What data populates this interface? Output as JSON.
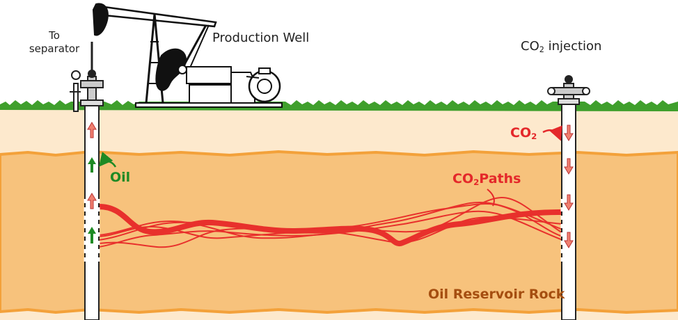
{
  "labels": {
    "separator_line1": "To",
    "separator_line2": "separator",
    "production_well": "Production Well",
    "injection_prefix": "CO",
    "injection_sub": "2",
    "injection_suffix": " injection",
    "oil": "Oil",
    "co2_prefix": "CO",
    "co2_sub": "2",
    "paths_prefix": "CO",
    "paths_sub": "2",
    "paths_suffix": "Paths",
    "reservoir": "Oil Reservoir Rock"
  },
  "colors": {
    "grass": "#3f9f2c",
    "soil": "#fde9cd",
    "rock": "#f7c27c",
    "rock_edge": "#f3a13a",
    "co2_path": "#e8302c",
    "oil_arrow": "#1e8a24",
    "co2_arrow": "#f08070",
    "pump": "#111111"
  },
  "icons": [
    "pumpjack-icon",
    "wellhead-valve-icon",
    "up-arrow-icon",
    "down-arrow-icon",
    "curved-arrow-icon"
  ]
}
